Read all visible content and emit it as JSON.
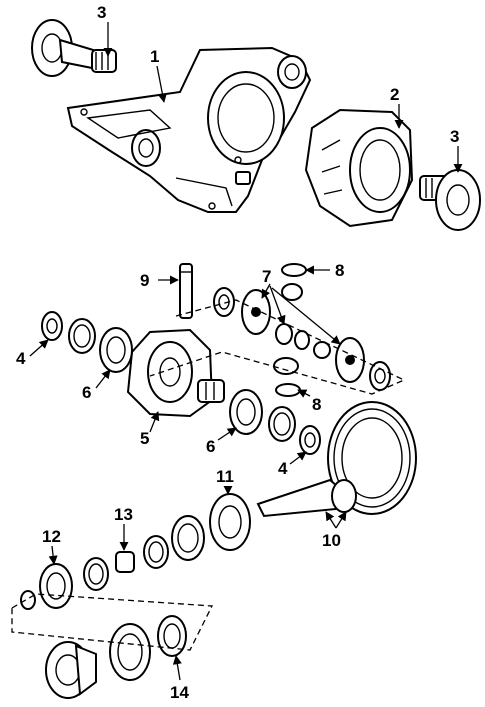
{
  "callouts": {
    "c1": "1",
    "c2": "2",
    "c3a": "3",
    "c3b": "3",
    "c4a": "4",
    "c4b": "4",
    "c5": "5",
    "c6a": "6",
    "c6b": "6",
    "c7": "7",
    "c8a": "8",
    "c8b": "8",
    "c9": "9",
    "c10": "10",
    "c11": "11",
    "c12": "12",
    "c13": "13",
    "c14": "14"
  },
  "colors": {
    "ink": "#000000",
    "paper": "#ffffff"
  }
}
